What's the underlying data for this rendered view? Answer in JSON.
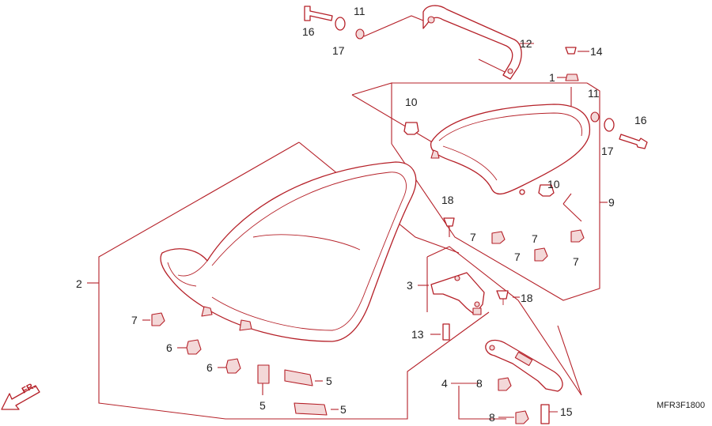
{
  "diagram_code": "MFR3F1800",
  "direction_label": "FR.",
  "accent_color": "#b52028",
  "callouts": [
    {
      "id": "c16a",
      "label": "16"
    },
    {
      "id": "c17a",
      "label": "17"
    },
    {
      "id": "c11a",
      "label": "11"
    },
    {
      "id": "c12",
      "label": "12"
    },
    {
      "id": "c14",
      "label": "14"
    },
    {
      "id": "c1",
      "label": "1"
    },
    {
      "id": "c11b",
      "label": "11"
    },
    {
      "id": "c16b",
      "label": "16"
    },
    {
      "id": "c17b",
      "label": "17"
    },
    {
      "id": "c10a",
      "label": "10"
    },
    {
      "id": "c10b",
      "label": "10"
    },
    {
      "id": "c9",
      "label": "9"
    },
    {
      "id": "c18a",
      "label": "18"
    },
    {
      "id": "c7a",
      "label": "7"
    },
    {
      "id": "c7b",
      "label": "7"
    },
    {
      "id": "c7c",
      "label": "7"
    },
    {
      "id": "c7d",
      "label": "7"
    },
    {
      "id": "c2",
      "label": "2"
    },
    {
      "id": "c3",
      "label": "3"
    },
    {
      "id": "c18b",
      "label": "18"
    },
    {
      "id": "c13",
      "label": "13"
    },
    {
      "id": "c7e",
      "label": "7"
    },
    {
      "id": "c6a",
      "label": "6"
    },
    {
      "id": "c6b",
      "label": "6"
    },
    {
      "id": "c5a",
      "label": "5"
    },
    {
      "id": "c5b",
      "label": "5"
    },
    {
      "id": "c5c",
      "label": "5"
    },
    {
      "id": "c4",
      "label": "4"
    },
    {
      "id": "c8a",
      "label": "8"
    },
    {
      "id": "c8b",
      "label": "8"
    },
    {
      "id": "c15",
      "label": "15"
    }
  ]
}
